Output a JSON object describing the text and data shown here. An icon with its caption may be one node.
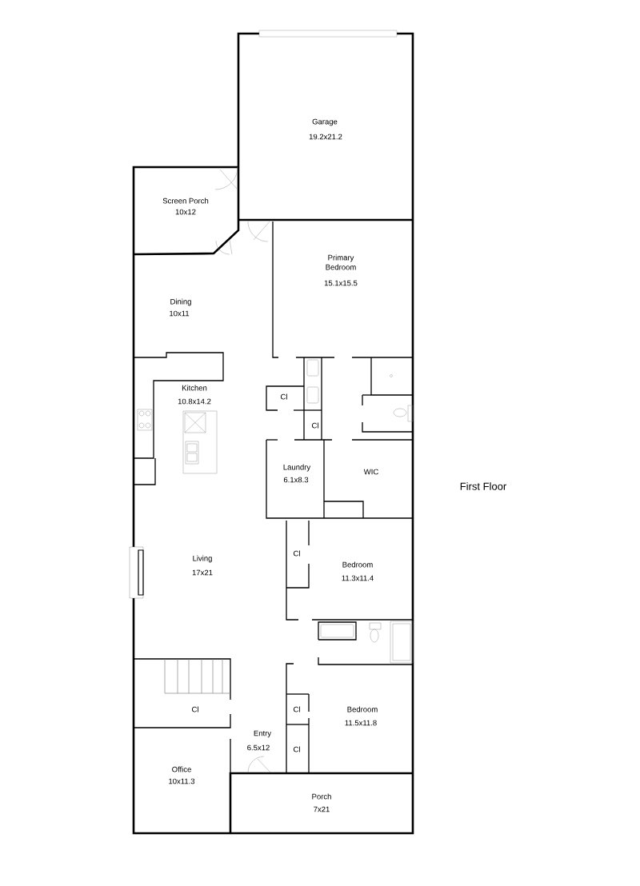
{
  "diagram": {
    "labels": [
      "Garage",
      "19.2x21.2",
      "Screen Porch",
      "10x12",
      "Primary Bedroom",
      "15.1x15.5",
      "Dining",
      "10x11",
      "Kitchen",
      "10.8x14.2",
      "Cl",
      "Cl",
      "Laundry",
      "6.1x8.3",
      "WIC",
      "First Floor",
      "Living",
      "17x21",
      "Cl",
      "Bedroom",
      "11.3x11.4",
      "Cl",
      "Cl",
      "Bedroom",
      "11.5x11.8",
      "Entry",
      "6.5x12",
      "Cl",
      "Office",
      "10x11.3",
      "Porch",
      "7x21"
    ]
  }
}
